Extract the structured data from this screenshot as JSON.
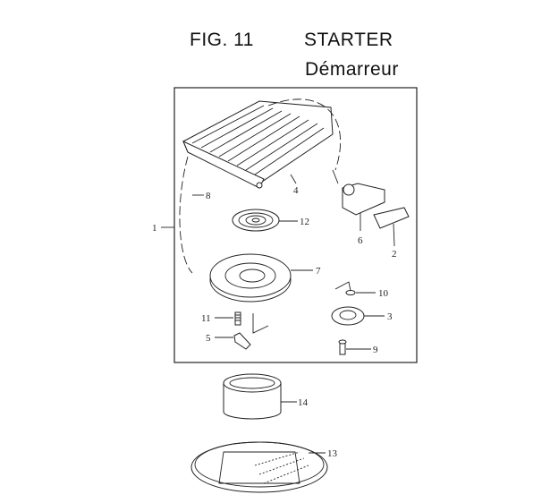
{
  "header": {
    "figure": "FIG. 11",
    "title_en": "STARTER",
    "title_fr": "Démarreur"
  },
  "callouts": [
    "1",
    "2",
    "3",
    "4",
    "5",
    "6",
    "7",
    "8",
    "9",
    "10",
    "11",
    "12",
    "13",
    "14"
  ]
}
